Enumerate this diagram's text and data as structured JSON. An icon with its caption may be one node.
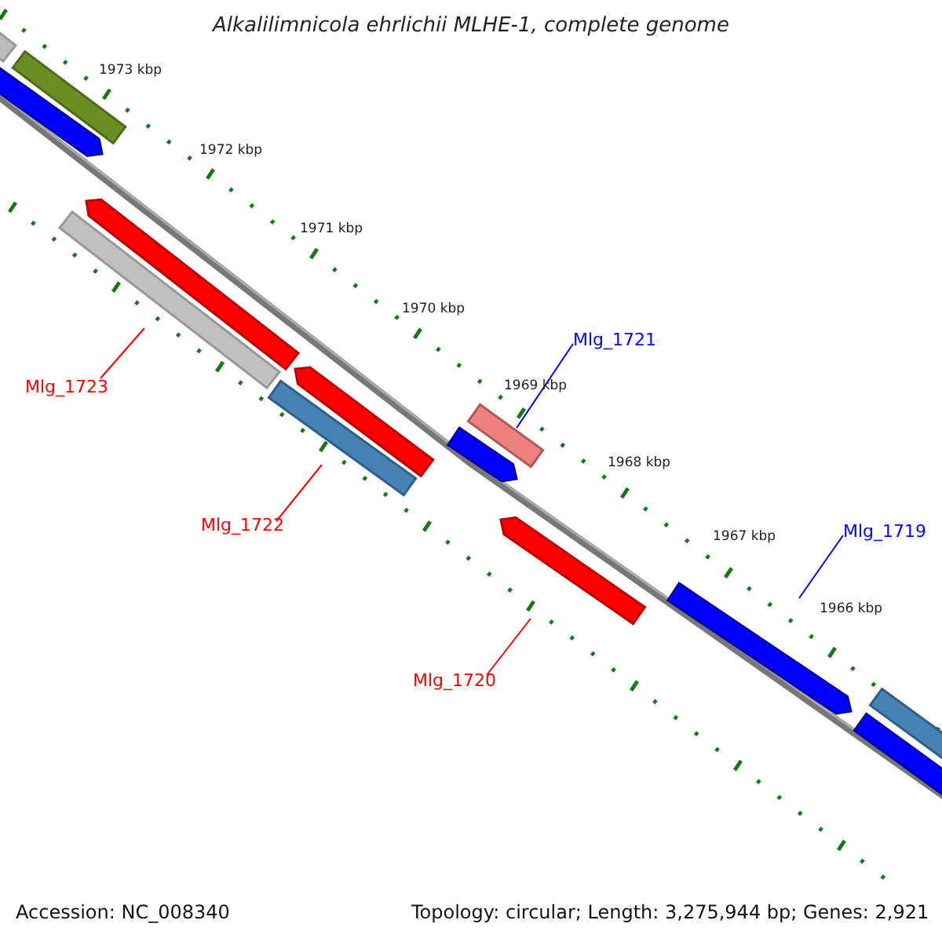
{
  "diagram": {
    "title": "Alkalilimnicola ehrlichii MLHE-1, complete genome",
    "nodes": [
      {
        "text": [
          "Mlg_1721"
        ]
      },
      {
        "text": [
          "Mlg_1723"
        ]
      },
      {
        "text": [
          "Mlg_1722"
        ]
      },
      {
        "text": [
          "Mlg_1719"
        ]
      },
      {
        "text": [
          "Mlg_1720"
        ]
      },
      {
        "text": [],
        "shape": "bar"
      },
      {
        "text": [],
        "shape": "bar"
      },
      {
        "text": [],
        "shape": "bar"
      },
      {
        "text": [],
        "shape": "bar"
      },
      {
        "text": [],
        "shape": "bar"
      },
      {
        "text": [],
        "shape": "bar"
      },
      {
        "text": [],
        "shape": "bar"
      },
      {
        "text": [],
        "shape": "bar"
      },
      {
        "text": [],
        "shape": "bar"
      },
      {
        "text": [],
        "shape": "bar"
      },
      {
        "text": [],
        "shape": "bar"
      },
      {
        "text": [],
        "shape": "bar"
      },
      {
        "text": [],
        "shape": "bar"
      }
    ],
    "edges": [
      {
        "from": 0,
        "to": 12,
        "arrow": "none",
        "color": "#0000ff"
      },
      {
        "from": 1,
        "to": 8,
        "arrow": "none"
      },
      {
        "from": 2,
        "to": 10,
        "arrow": "none"
      },
      {
        "from": 3,
        "to": 15,
        "arrow": "none",
        "color": "#0000ff"
      },
      {
        "from": 4,
        "to": 14,
        "arrow": "none"
      }
    ],
    "labels": [
      "1973 kbp",
      "1972 kbp",
      "1971 kbp",
      "1970 kbp",
      "1969 kbp",
      "1968 kbp",
      "1967 kbp",
      "1966 kbp",
      "Accession: NC_008340",
      "Topology: circular; Length: 3,275,944 bp; Genes: 2,921"
    ]
  }
}
